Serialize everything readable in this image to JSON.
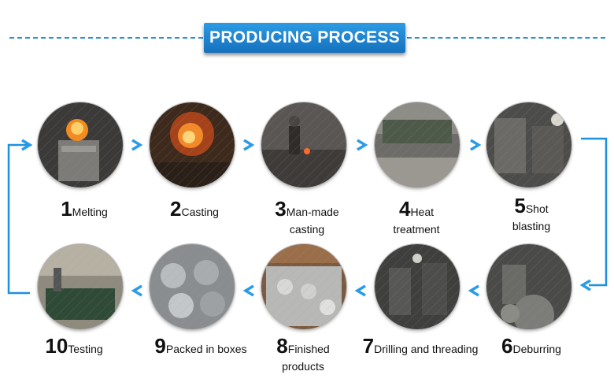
{
  "title": "PRODUCING PROCESS",
  "accent_color": "#1a86d8",
  "steps": [
    {
      "number": "1",
      "line1": "Melting",
      "line2": ""
    },
    {
      "number": "2",
      "line1": "Casting",
      "line2": ""
    },
    {
      "number": "3",
      "line1": "Man-made",
      "line2": "casting"
    },
    {
      "number": "4",
      "line1": "Heat",
      "line2": "treatment"
    },
    {
      "number": "5",
      "line1": "Shot",
      "line2": "blasting"
    },
    {
      "number": "6",
      "line1": "Deburring",
      "line2": ""
    },
    {
      "number": "7",
      "line1": "Drilling and threading",
      "line2": ""
    },
    {
      "number": "8",
      "line1": "Finished",
      "line2": "products"
    },
    {
      "number": "9",
      "line1": "Packed in boxes",
      "line2": ""
    },
    {
      "number": "10",
      "line1": "Testing",
      "line2": ""
    }
  ],
  "arrow_icon": "chevron-arrow-icon"
}
